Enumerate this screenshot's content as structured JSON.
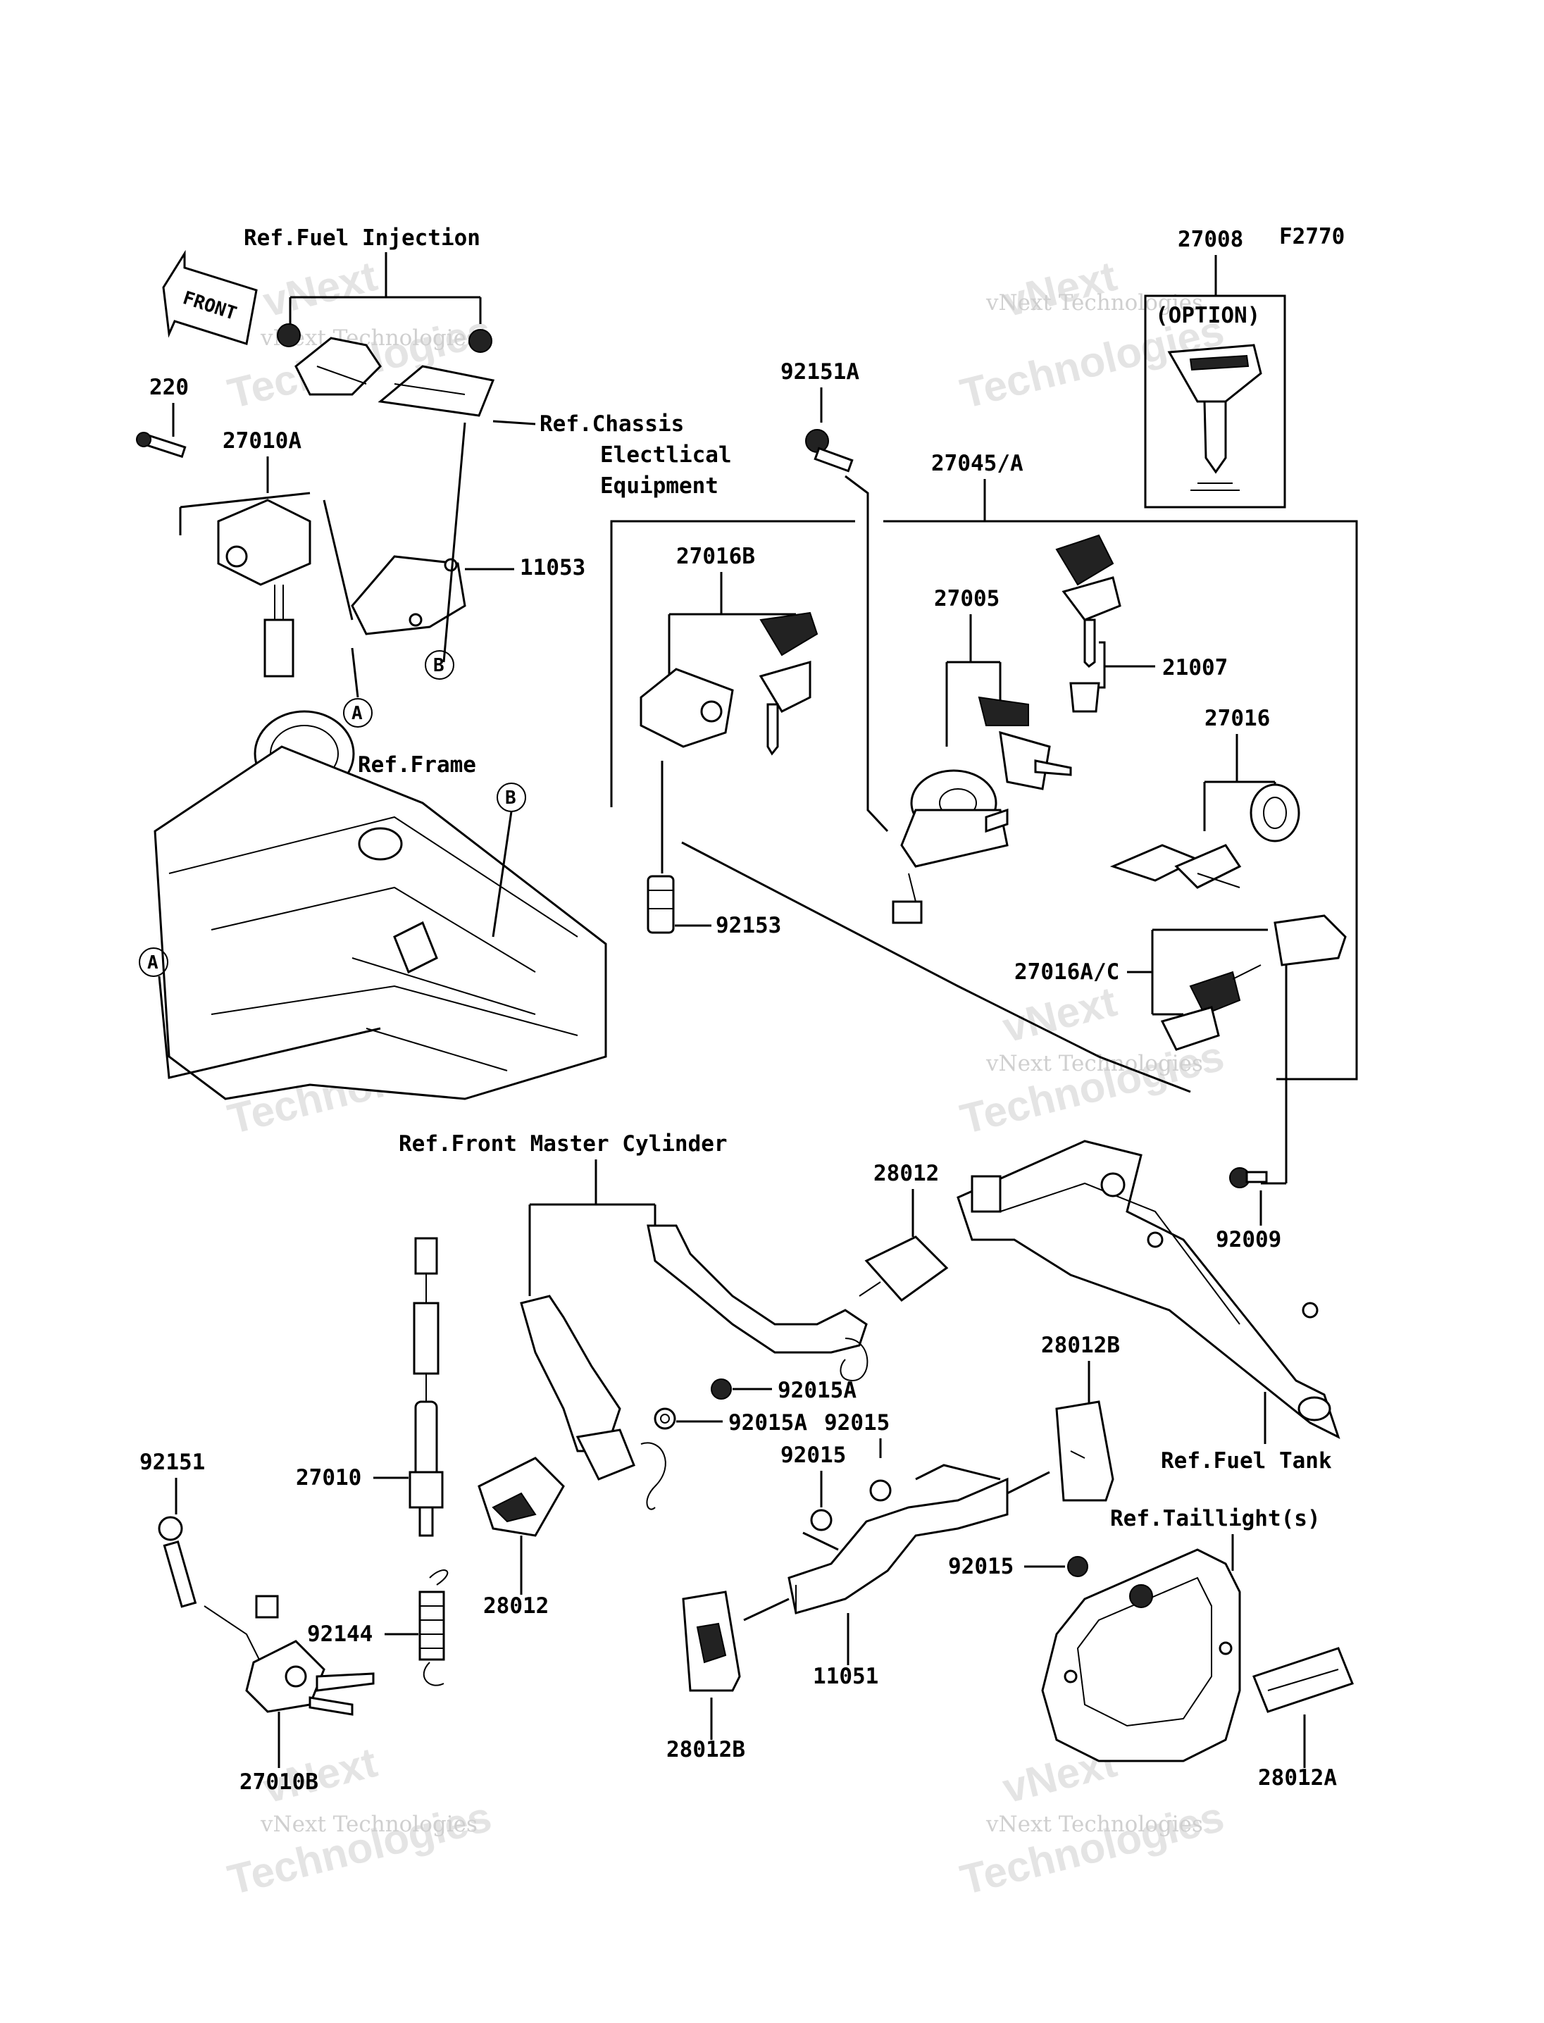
{
  "diagram": {
    "code": "F2770",
    "front_label": "FRONT",
    "option_label": "(OPTION)",
    "watermark": {
      "line1": "vNext Technologies",
      "line2": "vNext",
      "line3": "Technologies"
    },
    "references": {
      "fuel_injection": "Ref.Fuel Injection",
      "chassis_1": "Ref.Chassis",
      "chassis_2": "Electlical",
      "chassis_3": "Equipment",
      "frame": "Ref.Frame",
      "front_master_cylinder": "Ref.Front Master Cylinder",
      "fuel_tank": "Ref.Fuel Tank",
      "taillight": "Ref.Taillight(s)"
    },
    "markers": {
      "a": "A",
      "b": "B"
    },
    "parts": {
      "p27008": "27008",
      "p220": "220",
      "p27010A": "27010A",
      "p11053": "11053",
      "p92151A": "92151A",
      "p27045A": "27045/A",
      "p27016B": "27016B",
      "p27005": "27005",
      "p21007": "21007",
      "p27016": "27016",
      "p92153": "92153",
      "p27016AC": "27016A/C",
      "p92009": "92009",
      "p28012_top": "28012",
      "p28012B_right": "28012B",
      "p92015A_1": "92015A",
      "p92015A_2": "92015A",
      "p92015_1": "92015",
      "p92015_2": "92015",
      "p92015_3": "92015",
      "p92151": "92151",
      "p27010": "27010",
      "p92144": "92144",
      "p28012_bottom": "28012",
      "p11051": "11051",
      "p28012B_bottom": "28012B",
      "p27010B": "27010B",
      "p28012A": "28012A"
    }
  }
}
